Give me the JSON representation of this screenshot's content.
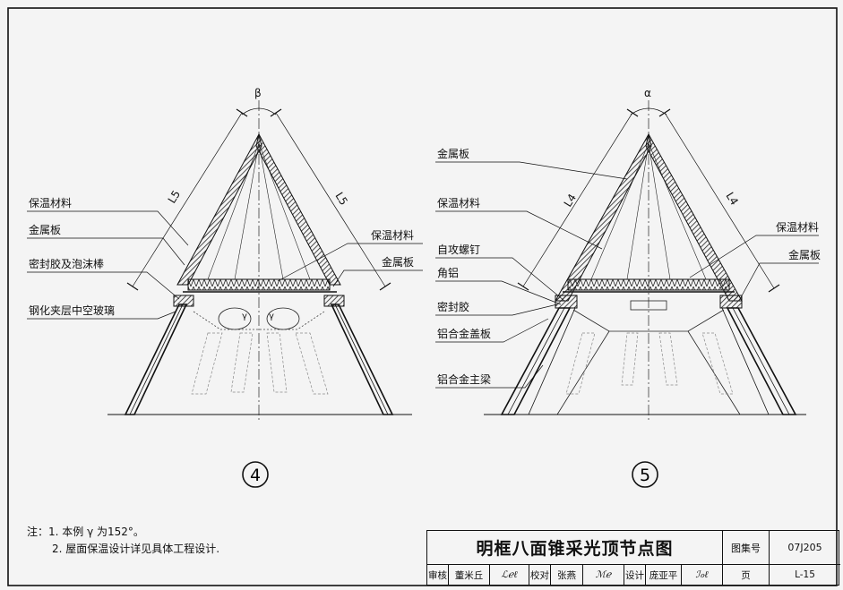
{
  "diagram": {
    "detail4": {
      "number": "4",
      "angle_top": "β",
      "angle_inner": "γ",
      "dim_left": "L5",
      "dim_right": "L5",
      "labels_left": [
        "保温材料",
        "金属板",
        "密封胶及泡沫棒",
        "钢化夹层中空玻璃"
      ],
      "labels_right": [
        "保温材料",
        "金属板"
      ]
    },
    "detail5": {
      "number": "5",
      "angle_top": "α",
      "dim_left": "L4",
      "dim_right": "L4",
      "labels_left": [
        "金属板",
        "保温材料",
        "自攻螺钉",
        "角铝",
        "密封胶",
        "铝合金盖板",
        "铝合金主梁"
      ],
      "labels_right": [
        "保温材料",
        "金属板"
      ]
    }
  },
  "notes": {
    "line1": "注：1. 本例 γ 为152°。",
    "line2": "2. 屋面保温设计详见具体工程设计."
  },
  "title_block": {
    "title": "明框八面锥采光顶节点图",
    "atlas_label": "图集号",
    "atlas_value": "07J205",
    "review_label": "审核",
    "review_name": "董米丘",
    "check_label": "校对",
    "check_name": "张燕",
    "design_label": "设计",
    "design_name": "庞亚平",
    "page_label": "页",
    "page_value": "L-15"
  },
  "colors": {
    "ink": "#111111",
    "paper": "#f4f4f4",
    "hatch": "#333333"
  }
}
